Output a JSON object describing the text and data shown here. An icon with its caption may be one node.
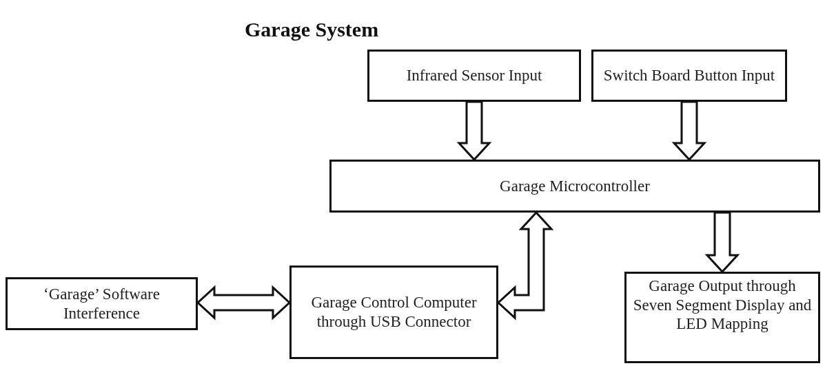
{
  "diagram": {
    "title": "Garage System",
    "nodes": [
      {
        "text": [
          "Infrared Sensor Input"
        ]
      },
      {
        "text": [
          "Switch Board Button Input"
        ]
      },
      {
        "text": [
          "Garage Microcontroller"
        ]
      },
      {
        "text": [
          "‘Garage’ Software Interference"
        ]
      },
      {
        "text": [
          "Garage Control Computer through USB  Connector"
        ]
      },
      {
        "text": [
          "Garage Output through Seven Segment Display and LED Mapping"
        ]
      }
    ],
    "edges": [
      {
        "from": 0,
        "to": 2,
        "arrow": "to"
      },
      {
        "from": 1,
        "to": 2,
        "arrow": "to"
      },
      {
        "from": 2,
        "to": 5,
        "arrow": "to"
      },
      {
        "from": 3,
        "to": 4,
        "arrow": "both"
      },
      {
        "from": 4,
        "to": 2,
        "arrow": "both"
      }
    ]
  }
}
